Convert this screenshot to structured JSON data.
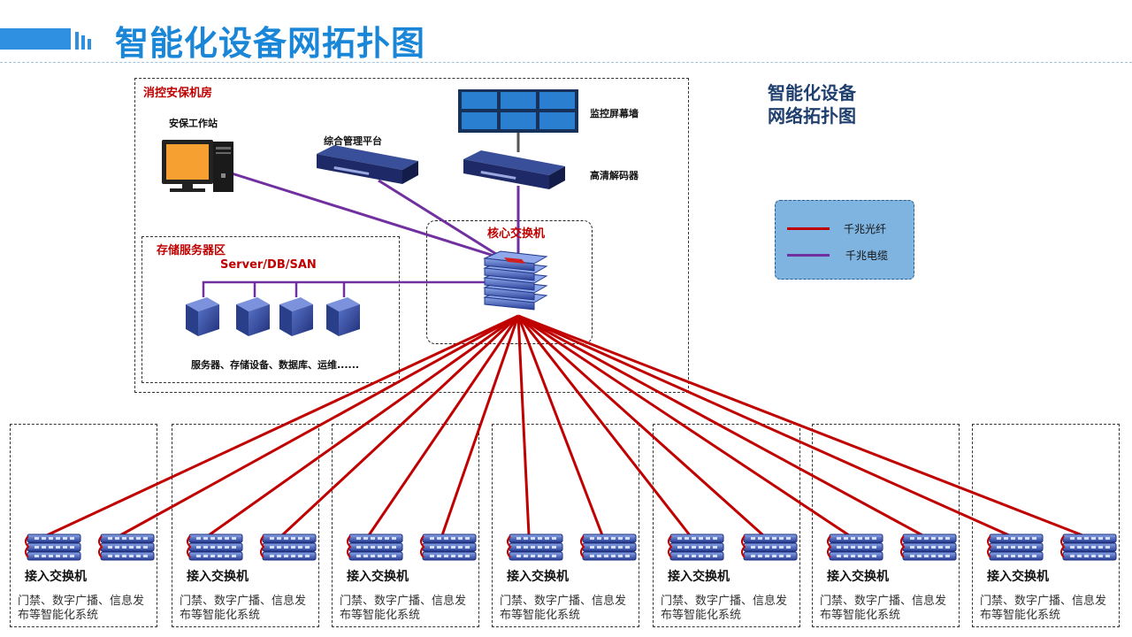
{
  "page_title": "智能化设备网拓扑图",
  "side_title": {
    "line1": "智能化设备",
    "line2": "网络拓扑图"
  },
  "control_room": {
    "label": "消控安保机房",
    "workstation": "安保工作站",
    "platform": "综合管理平台",
    "video_wall": "监控屏幕墙",
    "decoder": "高清解码器"
  },
  "storage": {
    "label": "存储服务器区",
    "server_label": "Server/DB/SAN",
    "caption": "服务器、存储设备、数据库、运维......"
  },
  "core": {
    "label": "核心交换机"
  },
  "legend": {
    "items": [
      {
        "label": "千兆光纤",
        "color": "#c00000"
      },
      {
        "label": "千兆电缆",
        "color": "#7030a0"
      }
    ]
  },
  "access_groups": [
    {
      "title": "接入交换机",
      "desc": "门禁、数字广播、信息发布等智能化系统"
    },
    {
      "title": "接入交换机",
      "desc": "门禁、数字广播、信息发布等智能化系统"
    },
    {
      "title": "接入交换机",
      "desc": "门禁、数字广播、信息发布等智能化系统"
    },
    {
      "title": "接入交换机",
      "desc": "门禁、数字广播、信息发布等智能化系统"
    },
    {
      "title": "接入交换机",
      "desc": "门禁、数字广播、信息发布等智能化系统"
    },
    {
      "title": "接入交换机",
      "desc": "门禁、数字广播、信息发布等智能化系统"
    },
    {
      "title": "接入交换机",
      "desc": "门禁、数字广播、信息发布等智能化系统"
    }
  ]
}
